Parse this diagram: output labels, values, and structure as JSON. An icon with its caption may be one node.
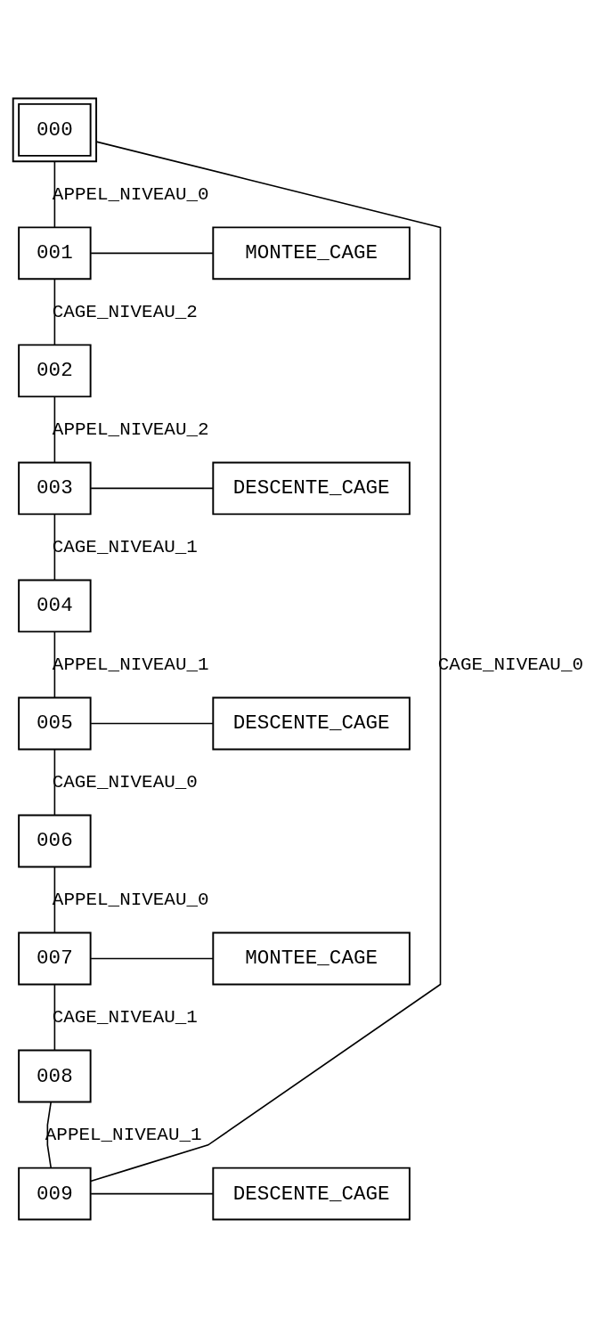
{
  "diagram": {
    "nodes": [
      {
        "text": [
          "000"
        ]
      },
      {
        "text": [
          "001"
        ]
      },
      {
        "text": [
          "MONTEE_CAGE"
        ]
      },
      {
        "text": [
          "002"
        ]
      },
      {
        "text": [
          "003"
        ]
      },
      {
        "text": [
          "DESCENTE_CAGE"
        ]
      },
      {
        "text": [
          "004"
        ]
      },
      {
        "text": [
          "005"
        ]
      },
      {
        "text": [
          "DESCENTE_CAGE"
        ]
      },
      {
        "text": [
          "006"
        ]
      },
      {
        "text": [
          "007"
        ]
      },
      {
        "text": [
          "MONTEE_CAGE"
        ]
      },
      {
        "text": [
          "008"
        ]
      },
      {
        "text": [
          "009"
        ]
      },
      {
        "text": [
          "DESCENTE_CAGE"
        ]
      }
    ],
    "edges": [
      {
        "from": 0,
        "to": 1,
        "arrow": "none",
        "label": "APPEL_NIVEAU_0"
      },
      {
        "from": 1,
        "to": 2,
        "arrow": "none"
      },
      {
        "from": 1,
        "to": 3,
        "arrow": "none",
        "label": "CAGE_NIVEAU_2"
      },
      {
        "from": 3,
        "to": 4,
        "arrow": "none",
        "label": "APPEL_NIVEAU_2"
      },
      {
        "from": 4,
        "to": 5,
        "arrow": "none"
      },
      {
        "from": 4,
        "to": 6,
        "arrow": "none",
        "label": "CAGE_NIVEAU_1"
      },
      {
        "from": 6,
        "to": 7,
        "arrow": "none",
        "label": "APPEL_NIVEAU_1"
      },
      {
        "from": 7,
        "to": 8,
        "arrow": "none"
      },
      {
        "from": 7,
        "to": 9,
        "arrow": "none",
        "label": "CAGE_NIVEAU_0"
      },
      {
        "from": 9,
        "to": 10,
        "arrow": "none",
        "label": "APPEL_NIVEAU_0"
      },
      {
        "from": 10,
        "to": 11,
        "arrow": "none"
      },
      {
        "from": 10,
        "to": 12,
        "arrow": "none",
        "label": "CAGE_NIVEAU_1"
      },
      {
        "from": 12,
        "to": 13,
        "arrow": "none",
        "label": "APPEL_NIVEAU_1"
      },
      {
        "from": 13,
        "to": 14,
        "arrow": "none"
      },
      {
        "from": 13,
        "to": 0,
        "arrow": "none",
        "label": "CAGE_NIVEAU_0"
      }
    ]
  }
}
